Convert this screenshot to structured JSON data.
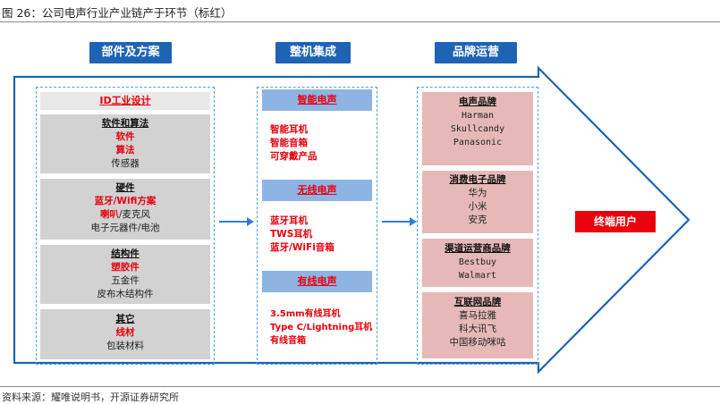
{
  "caption": "图 26：公司电声行业产业链产于环节（标红）",
  "footer": "资料来源：耀唯说明书，开源证券研究所",
  "stages": {
    "parts": "部件及方案",
    "assembly": "整机集成",
    "brand": "品牌运营"
  },
  "parts": {
    "id_design": "ID工业设计",
    "software": {
      "title": "软件和算法",
      "items": [
        "软件",
        "算法",
        "传感器"
      ]
    },
    "hardware": {
      "title": "硬件",
      "items": [
        "蓝牙/Wifi方案",
        "喇叭/麦克风",
        "电子元器件/电池"
      ]
    },
    "structure": {
      "title": "结构件",
      "items": [
        "塑胶件",
        "五金件",
        "皮布木结构件"
      ]
    },
    "other": {
      "title": "其它",
      "items": [
        "线材",
        "包装材料"
      ]
    }
  },
  "assembly": {
    "smart": {
      "title": "智能电声",
      "items": [
        "智能耳机",
        "智能音箱",
        "可穿戴产品"
      ]
    },
    "wireless": {
      "title": "无线电声",
      "items": [
        "蓝牙耳机",
        "TWS耳机",
        "蓝牙/WiFi音箱"
      ]
    },
    "wired": {
      "title": "有线电声",
      "items": [
        "3.5mm有线耳机",
        "Type C/Lightning耳机",
        "有线音箱"
      ]
    }
  },
  "brand": {
    "audio": {
      "title": "电声品牌",
      "items": [
        "Harman",
        "Skullcandy",
        "Panasonic"
      ]
    },
    "consumer": {
      "title": "消费电子品牌",
      "items": [
        "华为",
        "小米",
        "安克"
      ]
    },
    "channel": {
      "title": "渠道运营商品牌",
      "items": [
        "Bestbuy",
        "Walmart"
      ]
    },
    "internet": {
      "title": "互联网品牌",
      "items": [
        "喜马拉雅",
        "科大讯飞",
        "中国移动咪咕"
      ]
    }
  },
  "end_user": "终端用户"
}
